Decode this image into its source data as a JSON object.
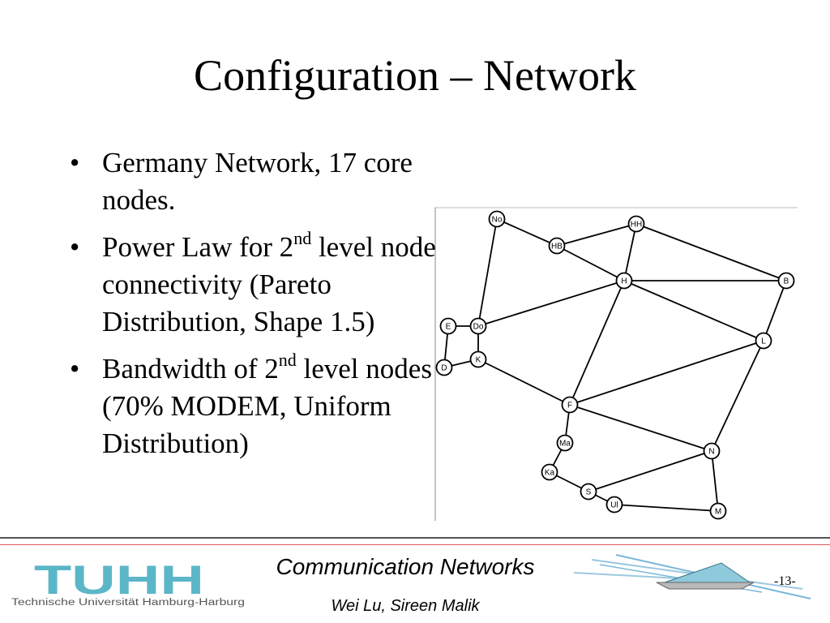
{
  "slide": {
    "title": "Configuration – Network",
    "bullets": [
      {
        "pre": "Germany Network, 17 core nodes.",
        "sup": "",
        "post": ""
      },
      {
        "pre": "Power Law for 2",
        "sup": "nd",
        "post": " level node connectivity (Pareto Distribution, Shape 1.5)"
      },
      {
        "pre": "Bandwidth of 2",
        "sup": "nd",
        "post": " level nodes (70% MODEM, Uniform Distribution)"
      }
    ]
  },
  "network": {
    "nodes": [
      {
        "id": "No"
      },
      {
        "id": "HH"
      },
      {
        "id": "HB"
      },
      {
        "id": "H"
      },
      {
        "id": "B"
      },
      {
        "id": "E"
      },
      {
        "id": "Do"
      },
      {
        "id": "L"
      },
      {
        "id": "D"
      },
      {
        "id": "K"
      },
      {
        "id": "F"
      },
      {
        "id": "Ma"
      },
      {
        "id": "N"
      },
      {
        "id": "Ka"
      },
      {
        "id": "S"
      },
      {
        "id": "Ul"
      },
      {
        "id": "M"
      }
    ]
  },
  "footer": {
    "logo_text": "TUHH",
    "logo_subtitle": "Technische Universität Hamburg-Harburg",
    "course": "Communication Networks",
    "authors": "Wei Lu, Sireen Malik",
    "page": "-13-",
    "logo_color": "#5bb6c8",
    "accent_red": "#e05a5a"
  }
}
